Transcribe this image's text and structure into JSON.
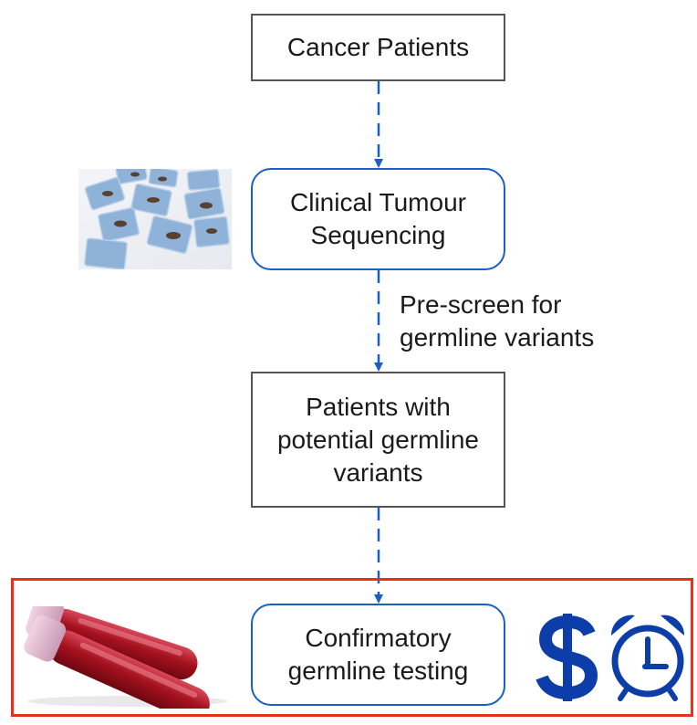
{
  "nodes": {
    "cancer_patients": "Cancer Patients",
    "clinical_tumour_sequencing": [
      "Clinical Tumour",
      "Sequencing"
    ],
    "potential_germline": [
      "Patients with",
      "potential germline",
      "variants"
    ],
    "confirmatory_testing": [
      "Confirmatory",
      "germline testing"
    ]
  },
  "edge_labels": {
    "prescreen": [
      "Pre-screen for",
      "germline variants"
    ]
  },
  "icons": {
    "cost": "dollar-icon",
    "time": "alarm-clock-icon",
    "tumour_slides": "tissue-slides-image",
    "blood_tubes": "blood-tubes-image"
  },
  "colors": {
    "arrow": "#1a5fc8",
    "highlight_box": "#e8301c",
    "icon_blue": "#0d3da8"
  }
}
